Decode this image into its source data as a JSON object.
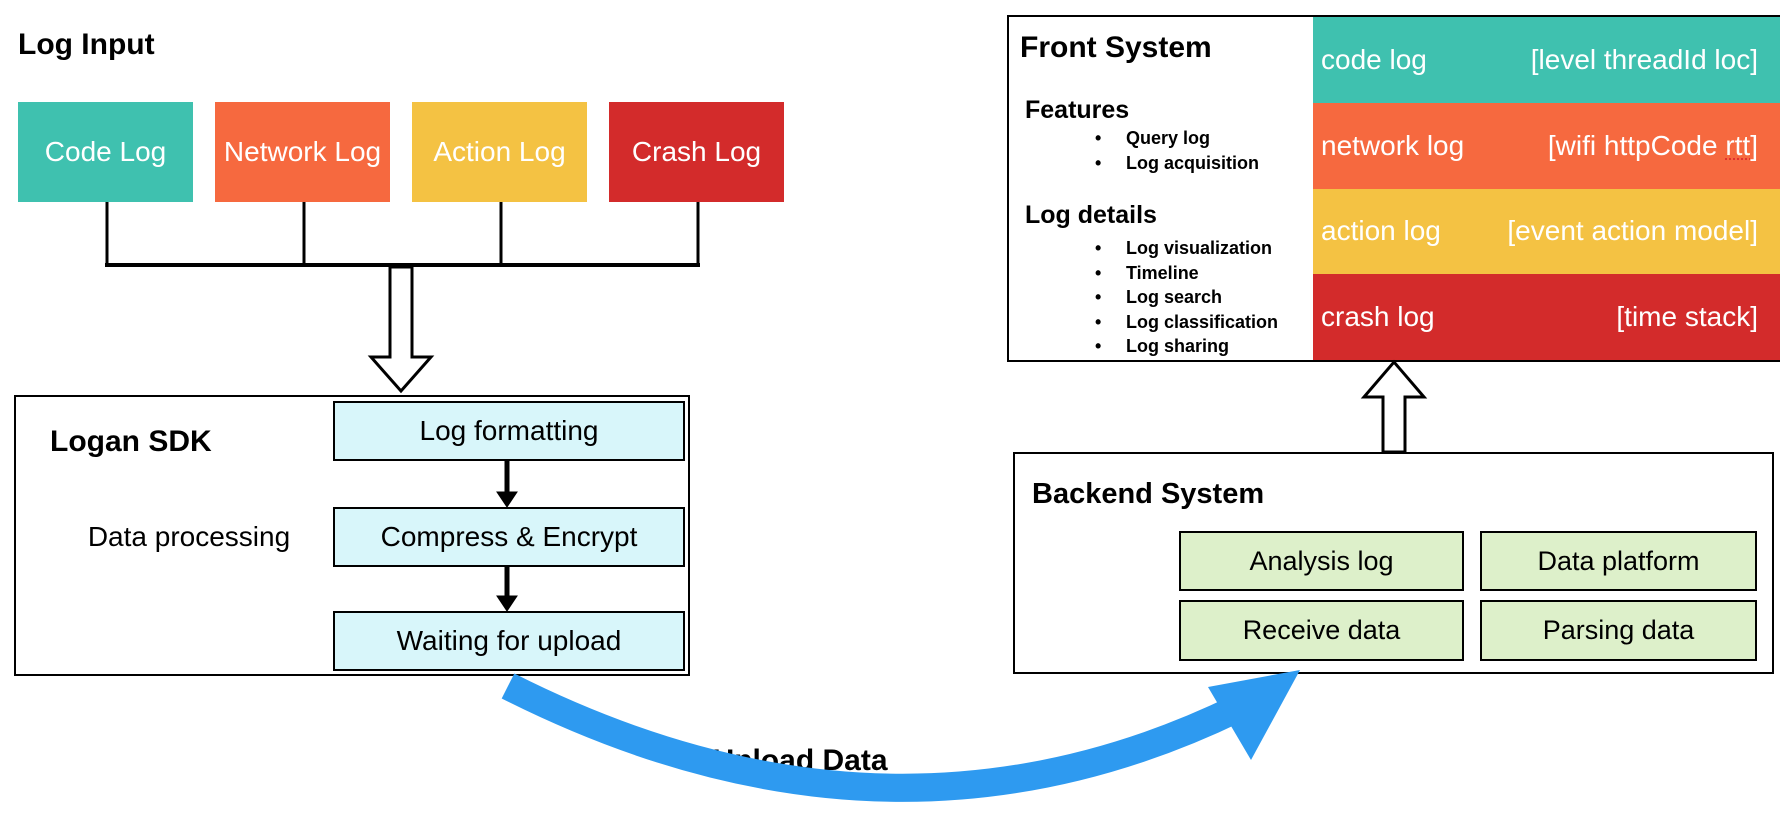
{
  "log_input": {
    "title": "Log Input",
    "boxes": [
      {
        "label": "Code Log",
        "color": "#3FC1AF"
      },
      {
        "label": "Network Log",
        "color": "#F6693F"
      },
      {
        "label": "Action Log",
        "color": "#F4C243"
      },
      {
        "label": "Crash Log",
        "color": "#D32B2B"
      }
    ]
  },
  "logan_sdk": {
    "title": "Logan SDK",
    "side_label": "Data processing",
    "steps": [
      "Log formatting",
      "Compress & Encrypt",
      "Waiting for upload"
    ]
  },
  "upload": {
    "label": "Upload Data"
  },
  "front_system": {
    "title": "Front System",
    "sections": [
      {
        "heading": "Features",
        "bullets": [
          "Query log",
          "Log acquisition"
        ]
      },
      {
        "heading": "Log details",
        "bullets": [
          "Log visualization",
          "Timeline",
          "Log search",
          "Log classification",
          "Log sharing"
        ]
      }
    ],
    "rows": [
      {
        "label": "code log",
        "attrs": "[level threadId loc]",
        "color": "#3FC1AF"
      },
      {
        "label": "network log",
        "attrs": "[wifi httpCode rtt]",
        "color": "#F6693F",
        "misspelled_word": "rtt"
      },
      {
        "label": "action log",
        "attrs": "[event action model]",
        "color": "#F4C243"
      },
      {
        "label": "crash log",
        "attrs": "[time stack]",
        "color": "#D32B2B"
      }
    ]
  },
  "backend_system": {
    "title": "Backend System",
    "boxes": [
      "Analysis log",
      "Data platform",
      "Receive data",
      "Parsing data"
    ]
  },
  "colors": {
    "teal": "#3FC1AF",
    "orange": "#F6693F",
    "yellow": "#F4C243",
    "red": "#D32B2B",
    "process_box_fill": "#D8F6FA",
    "backend_box_fill": "#DDF0CA",
    "upload_arrow_blue": "#2E9AF0",
    "outline_black": "#000000"
  }
}
